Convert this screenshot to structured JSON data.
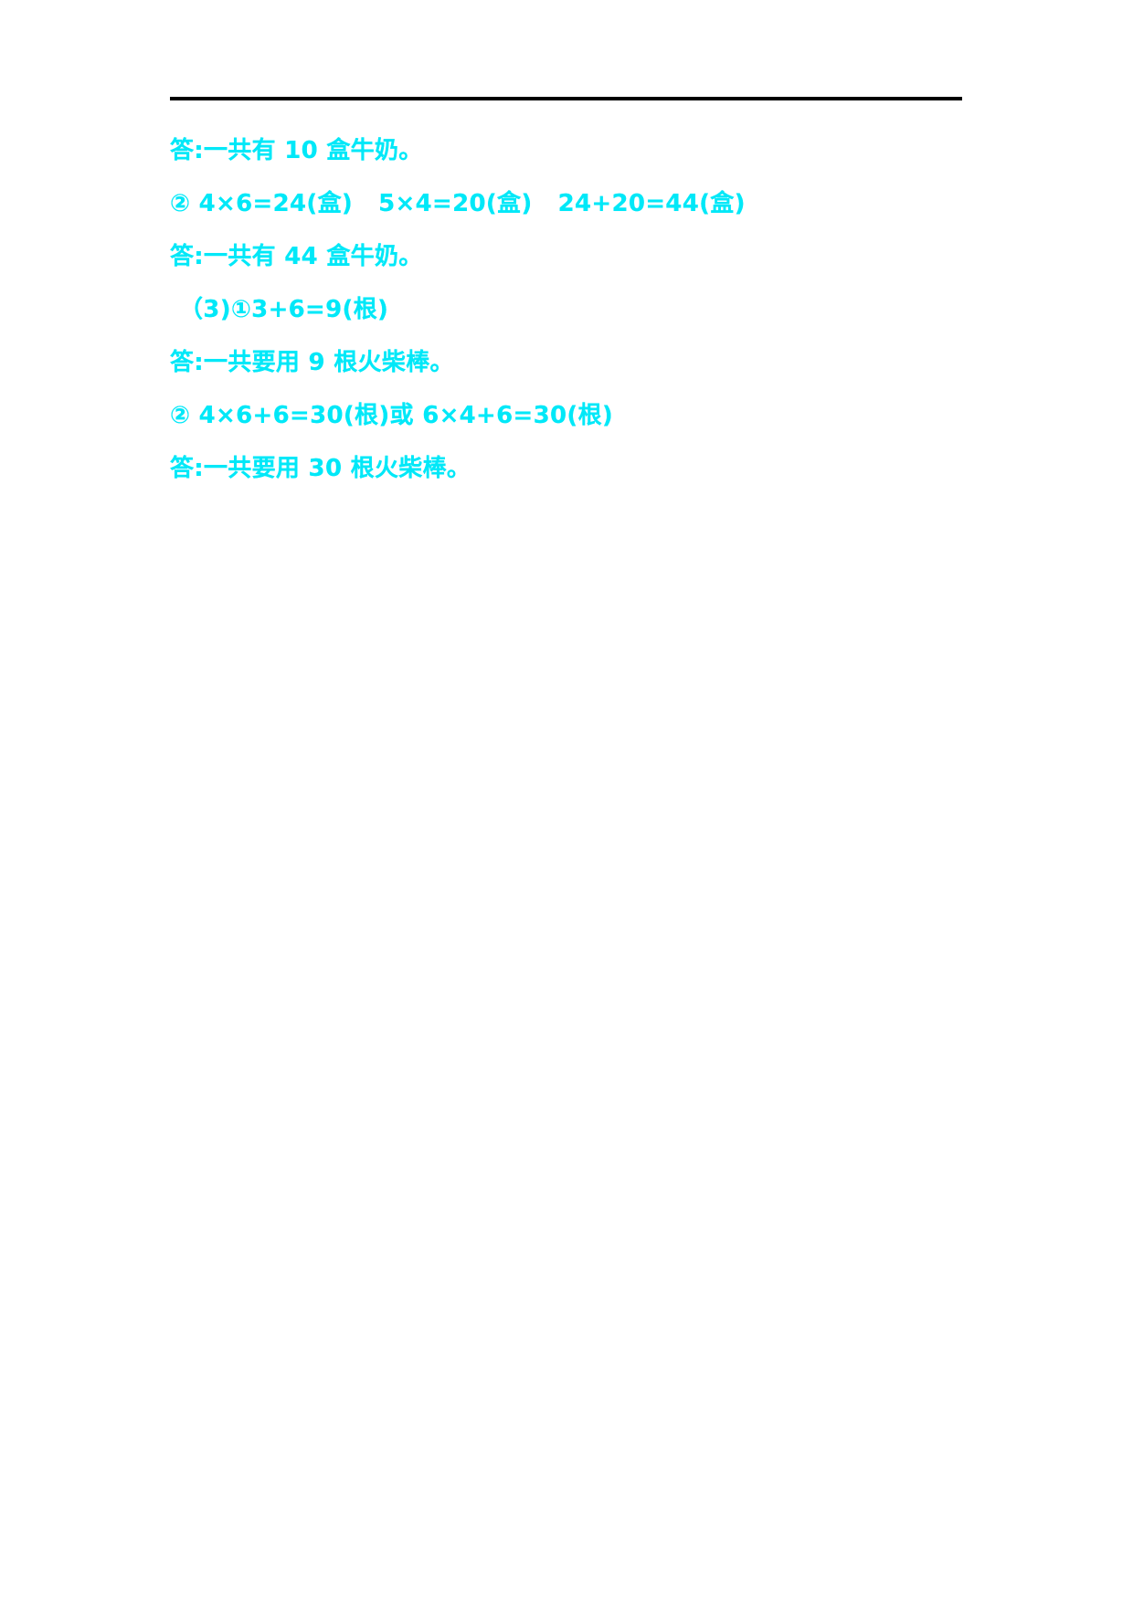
{
  "document": {
    "type": "answer-key",
    "background_color": "#ffffff",
    "text_color": "#00e8f8",
    "rule_color": "#000000",
    "lines": [
      {
        "text": "答:一共有 10 盒牛奶。",
        "indent": false
      },
      {
        "text": "② 4×6=24(盒)   5×4=20(盒)   24+20=44(盒)",
        "indent": false
      },
      {
        "text": "答:一共有 44 盒牛奶。",
        "indent": false
      },
      {
        "text": "（3)①3+6=9(根)",
        "indent": true
      },
      {
        "text": "答:一共要用 9 根火柴棒。",
        "indent": false
      },
      {
        "text": "② 4×6+6=30(根)或 6×4+6=30(根)",
        "indent": false
      },
      {
        "text": "答:一共要用 30 根火柴棒。",
        "indent": false
      }
    ]
  }
}
